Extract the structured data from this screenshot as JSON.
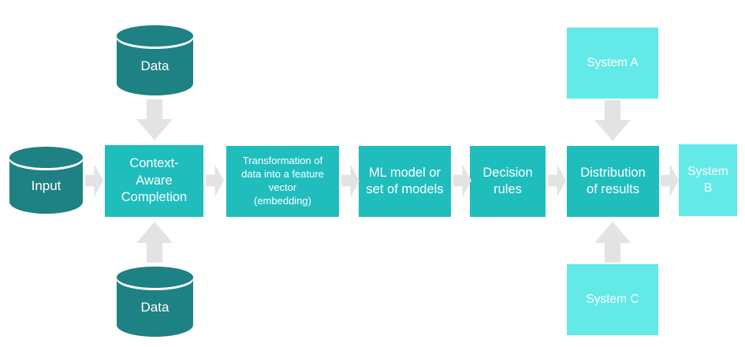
{
  "colors": {
    "background": "#ffffff",
    "cylinder": "#1e8183",
    "box": "#20bdbd",
    "light_box": "#63e9e7",
    "arrow": "#e3e3e3",
    "label": "#ffffff"
  },
  "nodes": {
    "input": {
      "label": "Input",
      "type": "data-cylinder"
    },
    "data_top": {
      "label": "Data",
      "type": "data-cylinder"
    },
    "data_bottom": {
      "label": "Data",
      "type": "data-cylinder"
    },
    "context_aware": {
      "label": "Context-\nAware\nCompletion",
      "type": "process"
    },
    "transformation": {
      "label": "Transformation of\ndata into a feature\nvector\n(embedding)",
      "type": "process"
    },
    "ml_model": {
      "label": "ML model or\nset of models",
      "type": "process"
    },
    "decision_rules": {
      "label": "Decision\nrules",
      "type": "process"
    },
    "distribution": {
      "label": "Distribution\nof results",
      "type": "process"
    },
    "system_a": {
      "label": "System A",
      "type": "external-system"
    },
    "system_b": {
      "label": "System\nB",
      "type": "external-system"
    },
    "system_c": {
      "label": "System C",
      "type": "external-system"
    }
  },
  "edges": [
    {
      "from": "data_top",
      "to": "context_aware",
      "direction": "down"
    },
    {
      "from": "input",
      "to": "context_aware",
      "direction": "right"
    },
    {
      "from": "data_bottom",
      "to": "context_aware",
      "direction": "up"
    },
    {
      "from": "context_aware",
      "to": "transformation",
      "direction": "right"
    },
    {
      "from": "transformation",
      "to": "ml_model",
      "direction": "right"
    },
    {
      "from": "ml_model",
      "to": "decision_rules",
      "direction": "right"
    },
    {
      "from": "decision_rules",
      "to": "distribution",
      "direction": "right"
    },
    {
      "from": "system_a",
      "to": "distribution",
      "direction": "down"
    },
    {
      "from": "system_c",
      "to": "distribution",
      "direction": "up"
    },
    {
      "from": "distribution",
      "to": "system_b",
      "direction": "right"
    }
  ]
}
